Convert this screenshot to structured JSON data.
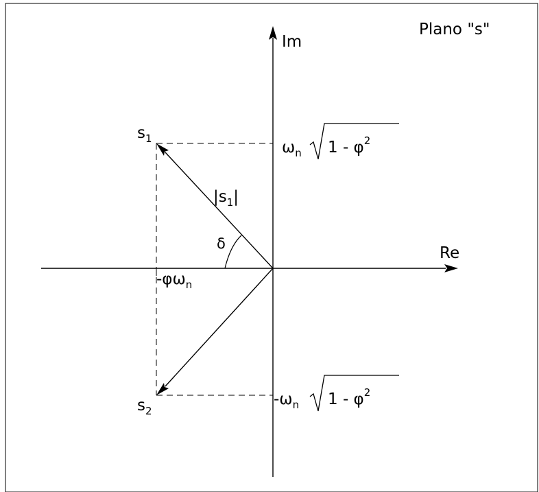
{
  "plane_label": "Plano \"s\"",
  "axes": {
    "imaginary": "Im",
    "real": "Re"
  },
  "poles": {
    "upper": {
      "base": "s",
      "sub": "1"
    },
    "lower": {
      "base": "s",
      "sub": "2"
    }
  },
  "magnitude": {
    "open": "|",
    "base": "s",
    "sub": "1",
    "close": "|"
  },
  "angle": "δ",
  "real_part": {
    "prefix": "-φω",
    "sub": "n"
  },
  "imag_upper": {
    "omega": "ω",
    "sub": "n",
    "radicand": "1 - φ",
    "sup": "2"
  },
  "imag_lower": {
    "omega": "-ω",
    "sub": "n",
    "radicand": "1 - φ",
    "sup": "2"
  },
  "colors": {
    "line": "#000000",
    "background": "#ffffff"
  }
}
